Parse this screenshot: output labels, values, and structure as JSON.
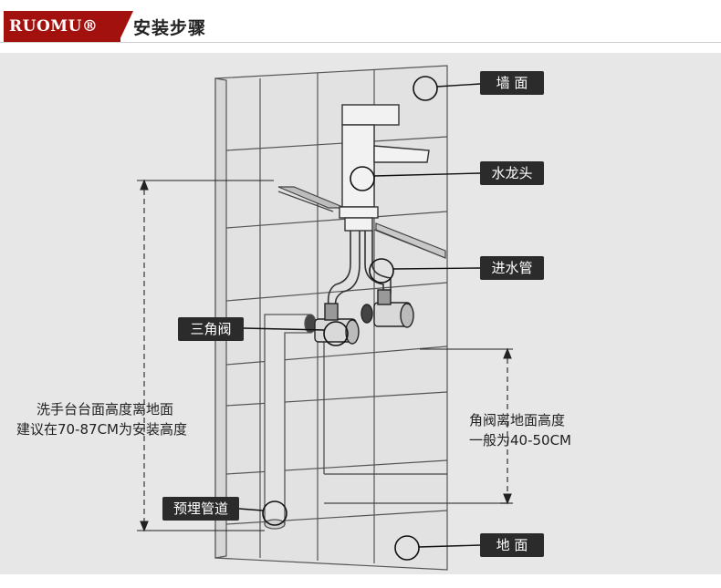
{
  "header": {
    "brand": "RUOMU®",
    "title": "安装步骤"
  },
  "labels": {
    "wall": "墙 面",
    "faucet": "水龙头",
    "inlet_pipe": "进水管",
    "angle_valve": "三角阀",
    "embedded_pipe": "预埋管道",
    "floor": "地 面"
  },
  "notes": {
    "basin_height_line1": "洗手台台面高度离地面",
    "basin_height_line2": "建议在70-87CM为安装高度",
    "valve_height_line1": "角阀离地面高度",
    "valve_height_line2": "一般为40-50CM"
  },
  "colors": {
    "brand_red": "#a3110f",
    "label_bg": "#2b2b2b",
    "stage_bg": "#e7e7e7"
  }
}
